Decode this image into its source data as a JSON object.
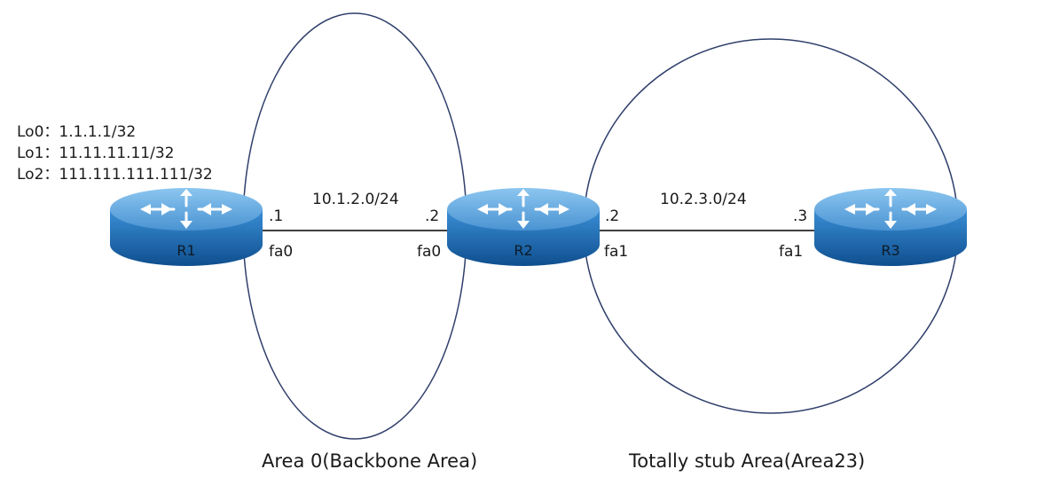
{
  "loopbacks": [
    "Lo0：1.1.1.1/32",
    "Lo1：11.11.11.11/32",
    "Lo2：111.111.111.111/32"
  ],
  "routers": {
    "r1": {
      "name": "R1"
    },
    "r2": {
      "name": "R2"
    },
    "r3": {
      "name": "R3"
    }
  },
  "links": {
    "r1_r2": {
      "network": "10.1.2.0/24",
      "r1_host": ".1",
      "r1_if": "fa0",
      "r2_host": ".2",
      "r2_if": "fa0"
    },
    "r2_r3": {
      "network": "10.2.3.0/24",
      "r2_host": ".2",
      "r2_if": "fa1",
      "r3_host": ".3",
      "r3_if": "fa1"
    }
  },
  "areas": {
    "area0": {
      "label": "Area 0(Backbone Area)"
    },
    "area23": {
      "label": "Totally stub Area(Area23)"
    }
  },
  "colors": {
    "router_top": "#5a9fd8",
    "router_side": "#1f6fb0",
    "area_outline": "#2f3f6b",
    "link": "#000000"
  }
}
